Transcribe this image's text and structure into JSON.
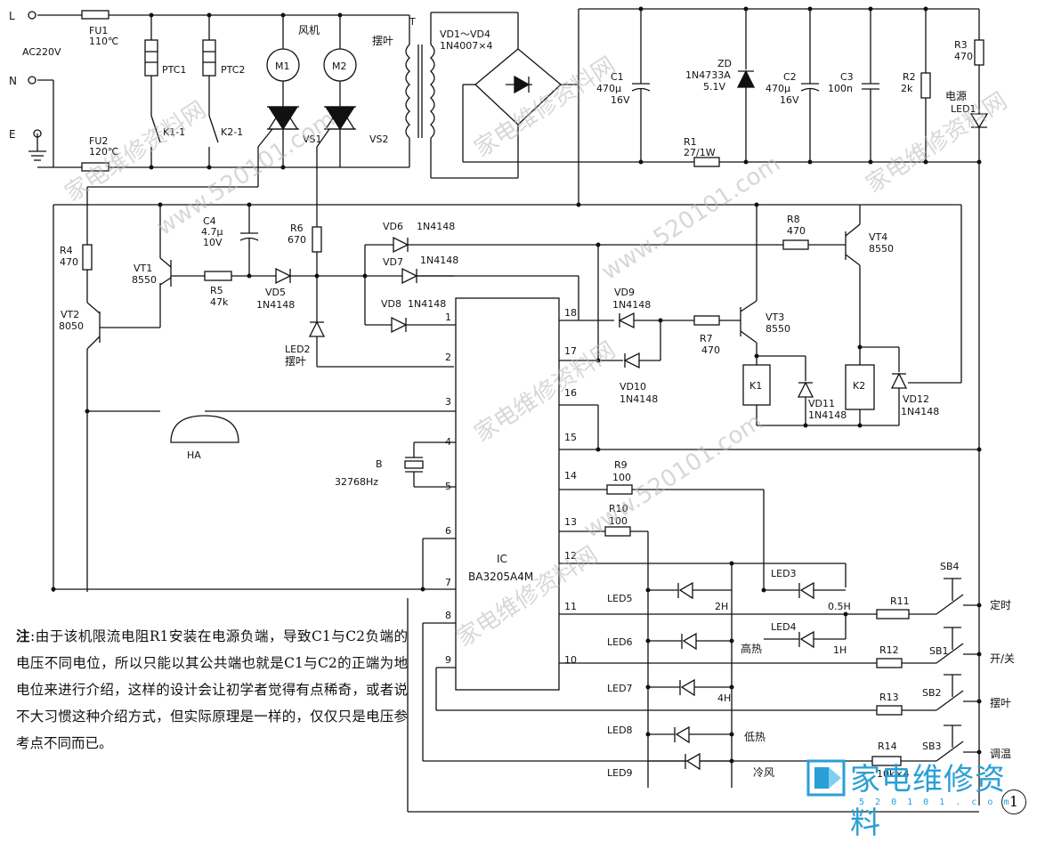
{
  "terminals": {
    "L": "L",
    "N": "N",
    "E": "E",
    "ac": "AC220V"
  },
  "fuses": {
    "fu1": "FU1",
    "fu1_temp": "110℃",
    "fu2": "FU2",
    "fu2_temp": "120℃"
  },
  "ptc": {
    "ptc1": "PTC1",
    "ptc2": "PTC2",
    "k1": "K1-1",
    "k2": "K2-1"
  },
  "motors": {
    "fan_label": "风机",
    "m1": "M1",
    "m2": "M2",
    "swing_label": "摆叶",
    "vs1": "VS1",
    "vs2": "VS2",
    "t": "T"
  },
  "bridge": {
    "label": "VD1～VD4",
    "part": "1N4007×4"
  },
  "supply": {
    "c1": "C1",
    "c1_val": "470μ",
    "c1_v": "16V",
    "zd": "ZD",
    "zd_part": "1N4733A",
    "zd_val": "5.1V",
    "c2": "C2",
    "c2_val": "470μ",
    "c2_v": "16V",
    "c3": "C3",
    "c3_val": "100n",
    "r2": "R2",
    "r2_val": "2k",
    "r3": "R3",
    "r3_val": "470",
    "led1_a": "电源",
    "led1_b": "LED1",
    "r1": "R1",
    "r1_val": "27/1W"
  },
  "drive": {
    "c4": "C4",
    "c4_val": "4.7μ",
    "c4_v": "10V",
    "r4": "R4",
    "r4_val": "470",
    "vt1": "VT1",
    "vt1_part": "8550",
    "vt2": "VT2",
    "vt2_part": "8050",
    "r5": "R5",
    "r5_val": "47k",
    "vd5": "VD5",
    "vd5_part": "1N4148",
    "r6": "R6",
    "r6_val": "670",
    "led2": "LED2",
    "led2_b": "摆叶",
    "vd6": "VD6",
    "vd7": "VD7",
    "vd8": "VD8",
    "diode_part": "1N4148",
    "r8": "R8",
    "r8_val": "470",
    "vt4": "VT4",
    "vt4_part": "8550",
    "vd9": "VD9",
    "vd10": "VD10",
    "r7": "R7",
    "r7_val": "470",
    "vt3": "VT3",
    "vt3_part": "8550",
    "k1": "K1",
    "k2": "K2",
    "vd11": "VD11",
    "vd12": "VD12"
  },
  "ic": {
    "name": "IC",
    "part": "BA3205A4M",
    "pins_left": [
      "1",
      "2",
      "3",
      "4",
      "5",
      "6",
      "7",
      "8",
      "9"
    ],
    "pins_right": [
      "18",
      "17",
      "16",
      "15",
      "14",
      "13",
      "12",
      "11",
      "10"
    ]
  },
  "misc": {
    "ha": "HA",
    "b": "B",
    "xtal": "32768Hz"
  },
  "keys": {
    "r9": "R9",
    "r9_val": "100",
    "r10": "R10",
    "r10_val": "100",
    "led3": "LED3",
    "led4": "LED4",
    "led5": "LED5",
    "led6": "LED6",
    "led7": "LED7",
    "led8": "LED8",
    "led9": "LED9",
    "t2h": "2H",
    "t05h": "0.5H",
    "high": "高热",
    "t1h": "1H",
    "t4h": "4H",
    "low": "低热",
    "cold": "冷风",
    "r11": "R11",
    "r12": "R12",
    "r13": "R13",
    "r14": "R14",
    "r14_val": "10k×4",
    "sb1": "SB1",
    "sb2": "SB2",
    "sb3": "SB3",
    "sb4": "SB4",
    "timer": "定时",
    "onoff": "开/关",
    "swing": "摆叶",
    "temp": "调温"
  },
  "note": {
    "lead": "注",
    "text": ":由于该机限流电阻R1安装在电源负端，导致C1与C2负端的电压不同电位，所以只能以其公共端也就是C1与C2的正端为地电位来进行介绍，这样的设计会让初学者觉得有点稀奇，或者说不大习惯这种介绍方式，但实际原理是一样的，仅仅只是电压参考点不同而已。"
  },
  "watermarks": [
    "家电维修资料网",
    "www.520101.com",
    "家电维修资料网",
    "www.520101.com",
    "家电维修资料网",
    "www.520101.com",
    "家电维修资料网",
    "家电维修资料网"
  ],
  "logo": {
    "text": "家电维修资料",
    "url": "5 2 0 1 0 1 . c o m"
  },
  "figure_number": "1"
}
